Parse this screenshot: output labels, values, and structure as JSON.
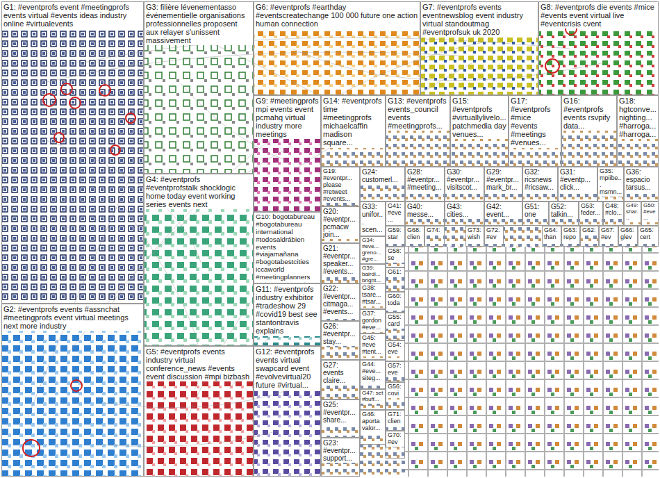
{
  "diagram": {
    "nodes": [
      {
        "text": [
          "G1: #eventprofs event #meetingprofs events virtual #events ideas industry online #virtualevents"
        ]
      },
      {
        "text": [
          "G2: #eventprofs events #assnchat #meetingprofs event virtual meetings next more industry"
        ]
      },
      {
        "text": [
          "G3: filière lévenementasso événementielle organisations professionnelles proposent aux relayer s'unissent massivement"
        ]
      },
      {
        "text": [
          "G4: #eventprofs #eventprofstalk shocklogic home today event working series events next"
        ]
      },
      {
        "text": [
          "G5: #eventprofs events industry virtual conference_news #events event discussion #mpi bizbash"
        ]
      },
      {
        "text": [
          "G6: #eventprofs #earthday #eventscreatechange 100 000 future one action human connection"
        ]
      },
      {
        "text": [
          "G7: #eventprofs events eventnewsblog event industry virtual standoutmag #eventprofsuk uk 2020"
        ]
      },
      {
        "text": [
          "G8: #eventprofs die events #mice #events event virtual live #eventcrisis cvent"
        ]
      },
      {
        "text": [
          "G9: #meetingprofs mpi events event pcmahq virtual industry more meetings"
        ]
      },
      {
        "text": [
          "G10: bogotabureau #bogotabureau international #todosaldrábien events #viajamañana #bogotabestcities iccaworld #meetingplanners"
        ]
      },
      {
        "text": [
          "G11: #eventprofs industry exhibitor #tradeshow 29 #covid19 best see stantontravis explains"
        ]
      },
      {
        "text": [
          "G12: #eventprofs events virtual swapcard event #evolvevirtual20 future #virtual..."
        ]
      },
      {
        "text": [
          "G14: #eventprofs time #meetingprofs michaelcaffin madison square..."
        ]
      },
      {
        "text": [
          "G13: #eventprofs events_council events #meetingprofs..."
        ]
      },
      {
        "text": [
          "G15: #eventprofs #virtuallylivelo... patchmedia day venues..."
        ]
      },
      {
        "text": [
          "G17: #eventprofs #mice #events #meetings #venues..."
        ]
      },
      {
        "text": [
          "G16: #eventprofs events rsvpify data..."
        ]
      },
      {
        "text": [
          "G18: hgtconve... nighting... #harroga... #harroga..."
        ]
      },
      {
        "text": [
          "G19: #eventpr... please #retweet #events..."
        ]
      },
      {
        "text": [
          "G24: customerl..."
        ]
      },
      {
        "text": [
          "G28: #eventpr... #meeting..."
        ]
      },
      {
        "text": [
          "G30: #eventpr... visitscot..."
        ]
      },
      {
        "text": [
          "G29: #eventpr... mark_br..."
        ]
      },
      {
        "text": [
          "G32: ricsnews #ricsaw..."
        ]
      },
      {
        "text": [
          "G31: #eventp... click..."
        ]
      },
      {
        "text": [
          "G35: mpiibe... msmn..."
        ]
      },
      {
        "text": [
          "G36: espacio tarsus..."
        ]
      },
      {
        "text": [
          "G20: #eventpr... pcmacw join..."
        ]
      },
      {
        "text": [
          "G33: unifor... scen..."
        ]
      },
      {
        "text": [
          "G41: #eve..."
        ]
      },
      {
        "text": [
          "G40: messe..."
        ]
      },
      {
        "text": [
          "G43: cities..."
        ]
      },
      {
        "text": [
          "G42: event..."
        ]
      },
      {
        "text": [
          "G51: one"
        ]
      },
      {
        "text": [
          "G52: talkin..."
        ]
      },
      {
        "text": [
          "G53: feder..."
        ]
      },
      {
        "text": [
          "G48: #clo..."
        ]
      },
      {
        "text": [
          "G49: shar..."
        ]
      },
      {
        "text": [
          "G50: #eve..."
        ]
      },
      {
        "text": [
          "G21: #eventpr... speaker... #events..."
        ]
      },
      {
        "text": [
          "G34: #eve... greno... #gre..."
        ]
      },
      {
        "text": [
          "G39: bairdi... bright..."
        ]
      },
      {
        "text": [
          "G22: #eventpr... citmaga... #events..."
        ]
      },
      {
        "text": [
          "G38: tsare... #tsar..."
        ]
      },
      {
        "text": [
          "G26: #eventpr... stay..."
        ]
      },
      {
        "text": [
          "G37: gordon #eve..."
        ]
      },
      {
        "text": [
          "G27: events claire..."
        ]
      },
      {
        "text": [
          "G45: #eve #tent..."
        ]
      },
      {
        "text": [
          "G44: #eve... siteg..."
        ]
      },
      {
        "text": [
          "G25: #eventpr... share..."
        ]
      },
      {
        "text": [
          "G47: set #buff..."
        ]
      },
      {
        "text": [
          "G23: #eventpr... support..."
        ]
      },
      {
        "text": [
          "G46: aporta valor..."
        ]
      },
      {
        "text": [
          "G59: star"
        ]
      },
      {
        "text": [
          "G58: se"
        ]
      },
      {
        "text": [
          "G61:"
        ]
      },
      {
        "text": [
          "G60: toda"
        ]
      },
      {
        "text": [
          "G55: card"
        ]
      },
      {
        "text": [
          "G54: eve"
        ]
      },
      {
        "text": [
          "G57: eve"
        ]
      },
      {
        "text": [
          "G56: covi"
        ]
      },
      {
        "text": [
          "G71: clien"
        ]
      },
      {
        "text": [
          "G70: #ev"
        ]
      },
      {
        "text": [
          "G68: clien"
        ]
      },
      {
        "text": [
          "G74:"
        ]
      },
      {
        "text": [
          "G73: wish"
        ]
      },
      {
        "text": [
          "G72: #ev"
        ]
      },
      {
        "text": [
          "G64: than"
        ]
      },
      {
        "text": [
          "G63: repo"
        ]
      },
      {
        "text": [
          "G62:"
        ]
      },
      {
        "text": [
          "G67: #ev"
        ]
      },
      {
        "text": [
          "G66: glev"
        ]
      },
      {
        "text": [
          "G65: cert"
        ]
      }
    ]
  }
}
